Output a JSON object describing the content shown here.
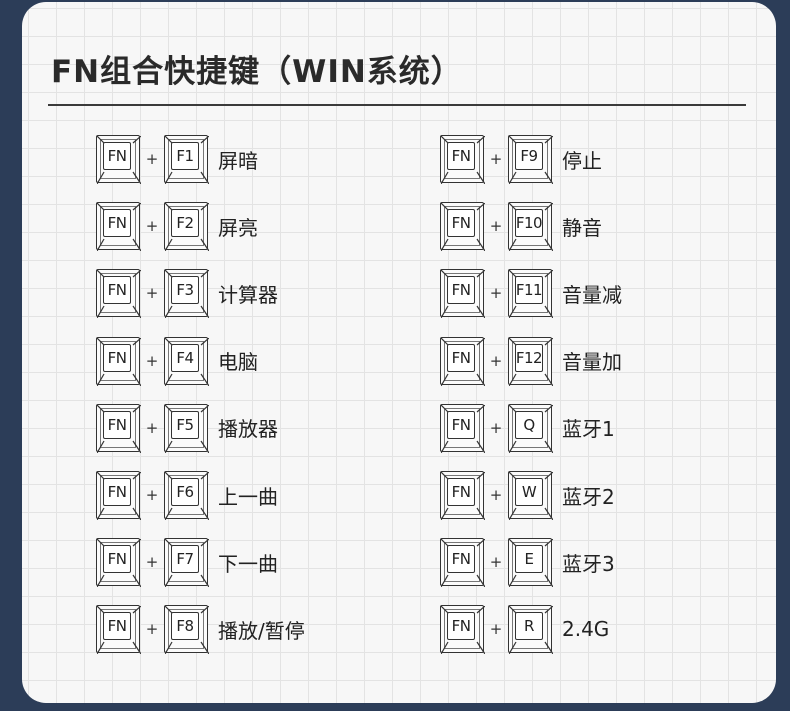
{
  "title": "FN组合快捷键（WIN系统）",
  "plus": "+",
  "left_column": [
    {
      "mod": "FN",
      "key": "F1",
      "label": "屏暗"
    },
    {
      "mod": "FN",
      "key": "F2",
      "label": "屏亮"
    },
    {
      "mod": "FN",
      "key": "F3",
      "label": "计算器"
    },
    {
      "mod": "FN",
      "key": "F4",
      "label": "电脑"
    },
    {
      "mod": "FN",
      "key": "F5",
      "label": "播放器"
    },
    {
      "mod": "FN",
      "key": "F6",
      "label": "上一曲"
    },
    {
      "mod": "FN",
      "key": "F7",
      "label": "下一曲"
    },
    {
      "mod": "FN",
      "key": "F8",
      "label": "播放/暂停"
    }
  ],
  "right_column": [
    {
      "mod": "FN",
      "key": "F9",
      "label": "停止"
    },
    {
      "mod": "FN",
      "key": "F10",
      "label": "静音"
    },
    {
      "mod": "FN",
      "key": "F11",
      "label": "音量减"
    },
    {
      "mod": "FN",
      "key": "F12",
      "label": "音量加"
    },
    {
      "mod": "FN",
      "key": "Q",
      "label": "蓝牙1"
    },
    {
      "mod": "FN",
      "key": "W",
      "label": "蓝牙2"
    },
    {
      "mod": "FN",
      "key": "E",
      "label": "蓝牙3"
    },
    {
      "mod": "FN",
      "key": "R",
      "label": "2.4G"
    }
  ]
}
